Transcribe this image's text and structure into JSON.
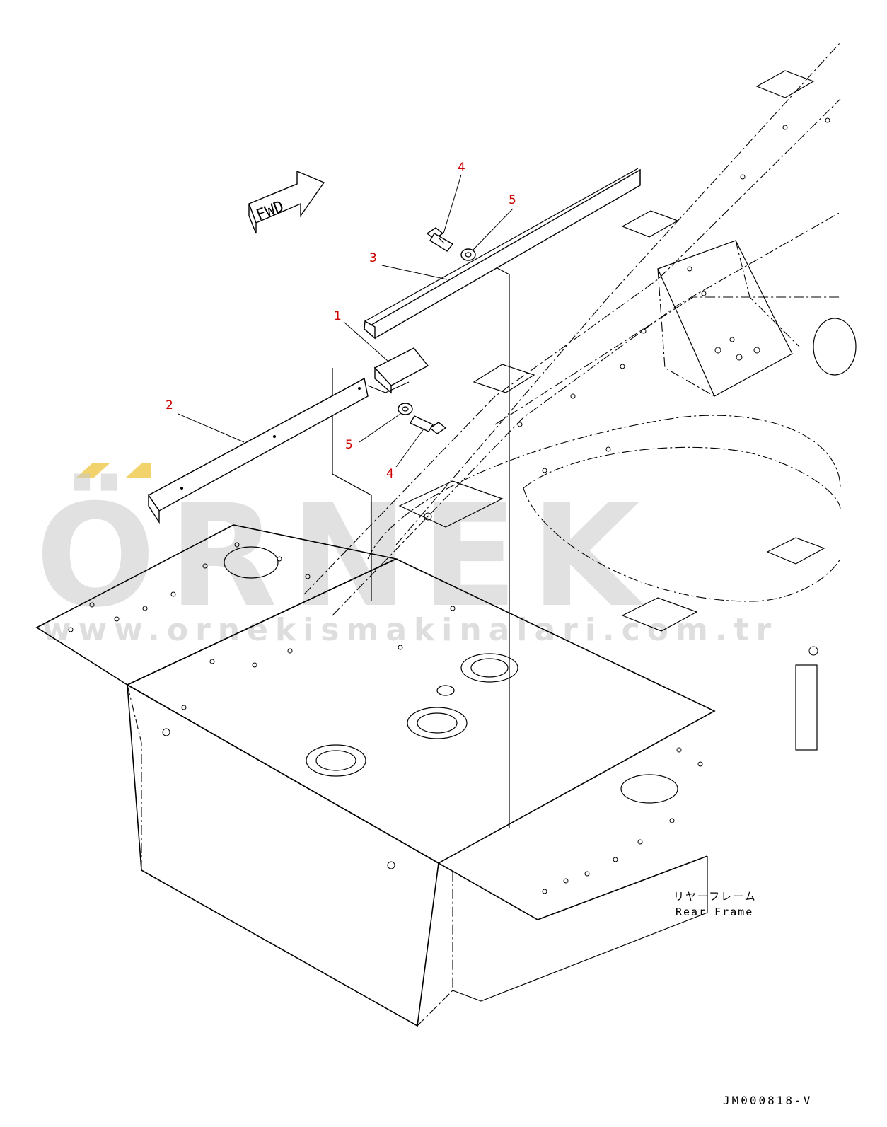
{
  "watermark": {
    "brand": "ÖRNEK",
    "url": "www.ornekismakinalari.com.tr",
    "accent_color": "#f2d36b",
    "text_color": "#c9c9c9"
  },
  "direction_arrow": {
    "label": "FWD"
  },
  "callouts": [
    {
      "number": "1"
    },
    {
      "number": "2"
    },
    {
      "number": "3"
    },
    {
      "number": "4"
    },
    {
      "number": "5"
    },
    {
      "number": "4"
    },
    {
      "number": "5"
    }
  ],
  "callout_color": "#cc0000",
  "frame_label": {
    "japanese": "リヤーフレーム",
    "english": "Rear Frame"
  },
  "drawing_code": "JM000818-V"
}
